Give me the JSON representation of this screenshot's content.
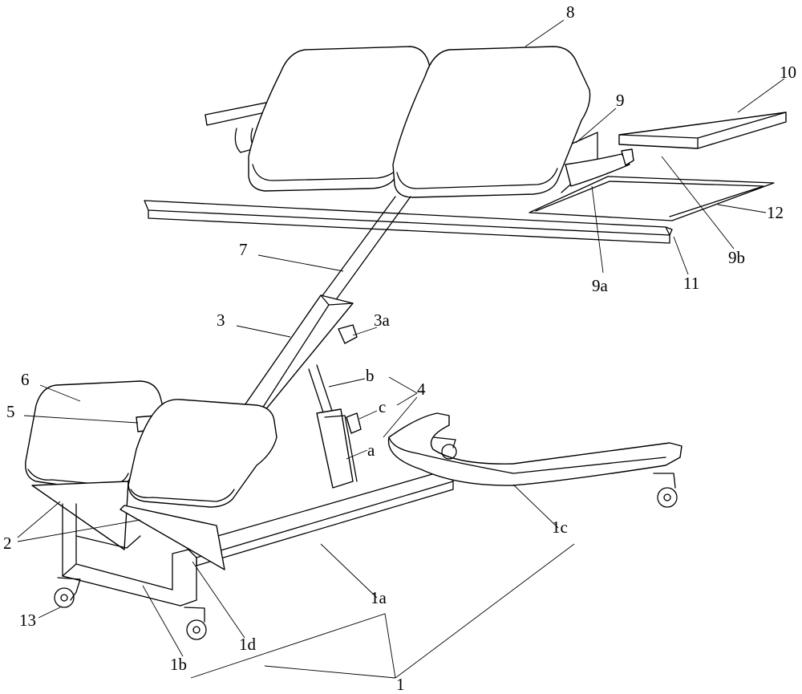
{
  "figure": {
    "labels": [
      "8",
      "10",
      "9",
      "12",
      "9b",
      "11",
      "9a",
      "7",
      "3",
      "3a",
      "b",
      "4",
      "c",
      "6",
      "5",
      "a",
      "1c",
      "2",
      "1a",
      "13",
      "1d",
      "1b",
      "1"
    ]
  },
  "colors": {
    "line": "#000000",
    "background": "#ffffff"
  }
}
